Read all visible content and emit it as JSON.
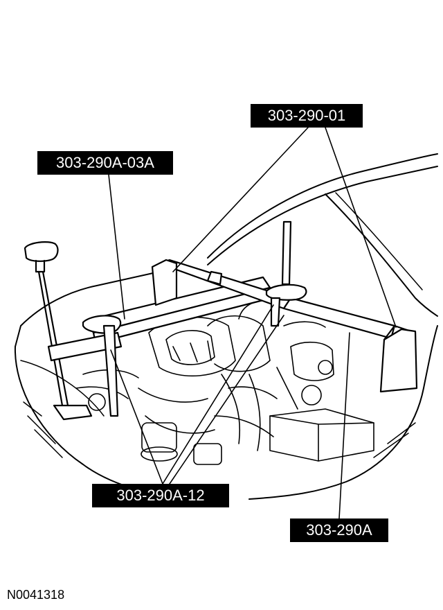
{
  "figure": {
    "id": "N0041318",
    "callouts": [
      {
        "text": "303-290-01"
      },
      {
        "text": "303-290A-03A"
      },
      {
        "text": "303-290A-12"
      },
      {
        "text": "303-290A"
      }
    ]
  },
  "colors": {
    "line": "#000000",
    "background": "#ffffff",
    "label_fill": "#000000",
    "label_text": "#ffffff"
  }
}
